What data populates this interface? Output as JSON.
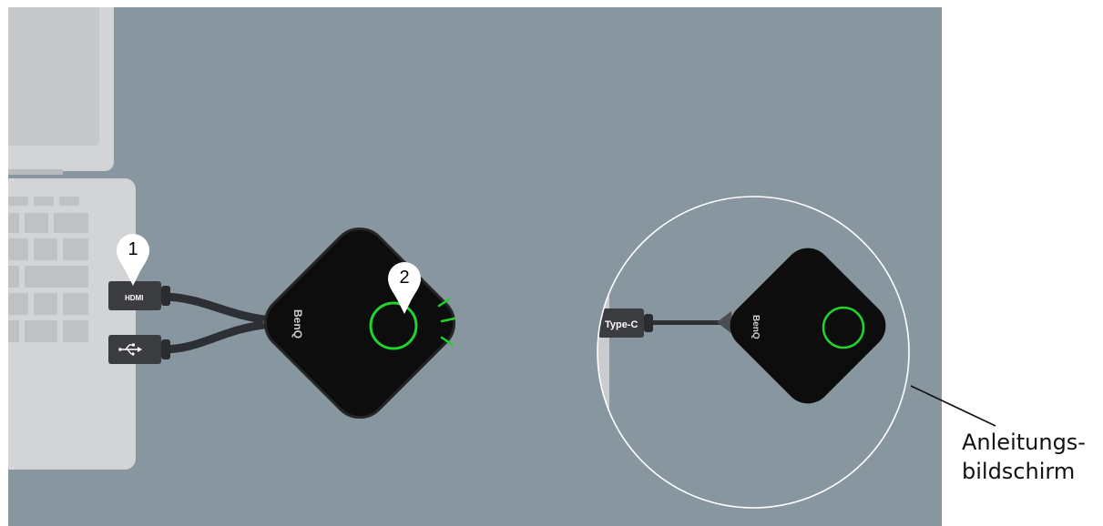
{
  "colors": {
    "background": "#8896a0",
    "laptop": "#d3d4d6",
    "laptop_keys": "#c3c4c6",
    "device_body": "#0d0d0d",
    "cable": "#2c2f33",
    "led_ring": "#22d32e",
    "magnifier_circle": "#ffffff"
  },
  "markers": [
    {
      "number": "1"
    },
    {
      "number": "2"
    }
  ],
  "ports": {
    "hdmi": "HDMI",
    "usb_icon": "usb-icon",
    "type_c": "Type-C"
  },
  "brand_on_device": "BenQ",
  "callout": {
    "line1": "Anleitungs-",
    "line2": "bildschirm"
  }
}
